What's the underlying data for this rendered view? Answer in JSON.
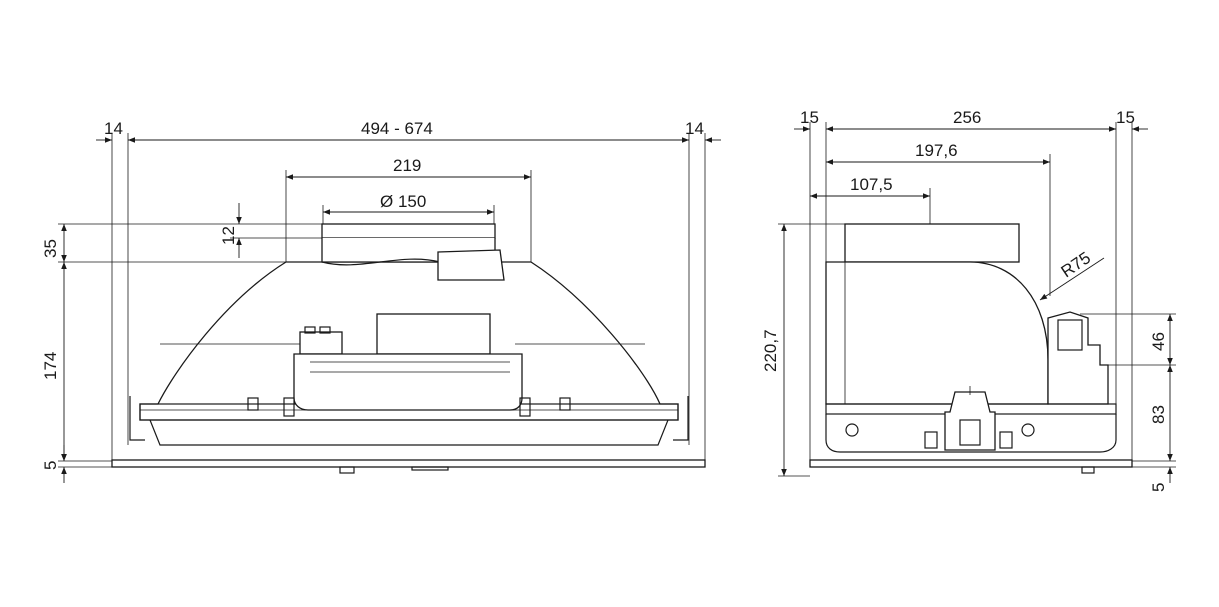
{
  "front_view": {
    "dims": {
      "left_margin": "14",
      "width_range": "494 - 674",
      "right_margin": "14",
      "duct_width": "219",
      "diameter": "Ø 150",
      "collar": "12",
      "outlet_height": "35",
      "body_height": "174",
      "panel_height": "5"
    }
  },
  "side_view": {
    "dims": {
      "left_margin": "15",
      "depth": "256",
      "right_margin": "15",
      "duct_depth": "197,6",
      "outlet_offset": "107,5",
      "radius": "R75",
      "total_height": "220,7",
      "upper_height": "46",
      "lower_height": "83",
      "panel_height": "5"
    }
  }
}
